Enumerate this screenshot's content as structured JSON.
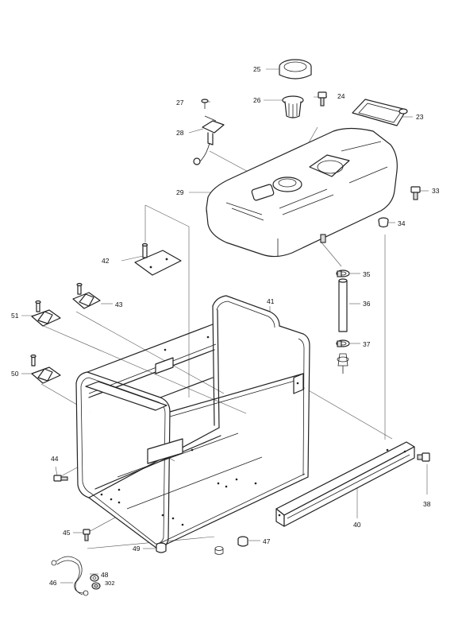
{
  "figure": "parts-diagram",
  "callouts": {
    "p25": "25",
    "p27": "27",
    "p26": "26",
    "p24": "24",
    "p23": "23",
    "p28": "28",
    "p29": "29",
    "p33": "33",
    "p34": "34",
    "p42": "42",
    "p35": "35",
    "p36": "36",
    "p37": "37",
    "p51": "51",
    "p43": "43",
    "p41": "41",
    "p50": "50",
    "p44": "44",
    "p38": "38",
    "p40": "40",
    "p45": "45",
    "p49": "49",
    "p47": "47",
    "p48": "48",
    "p46": "46",
    "p302": "302"
  }
}
